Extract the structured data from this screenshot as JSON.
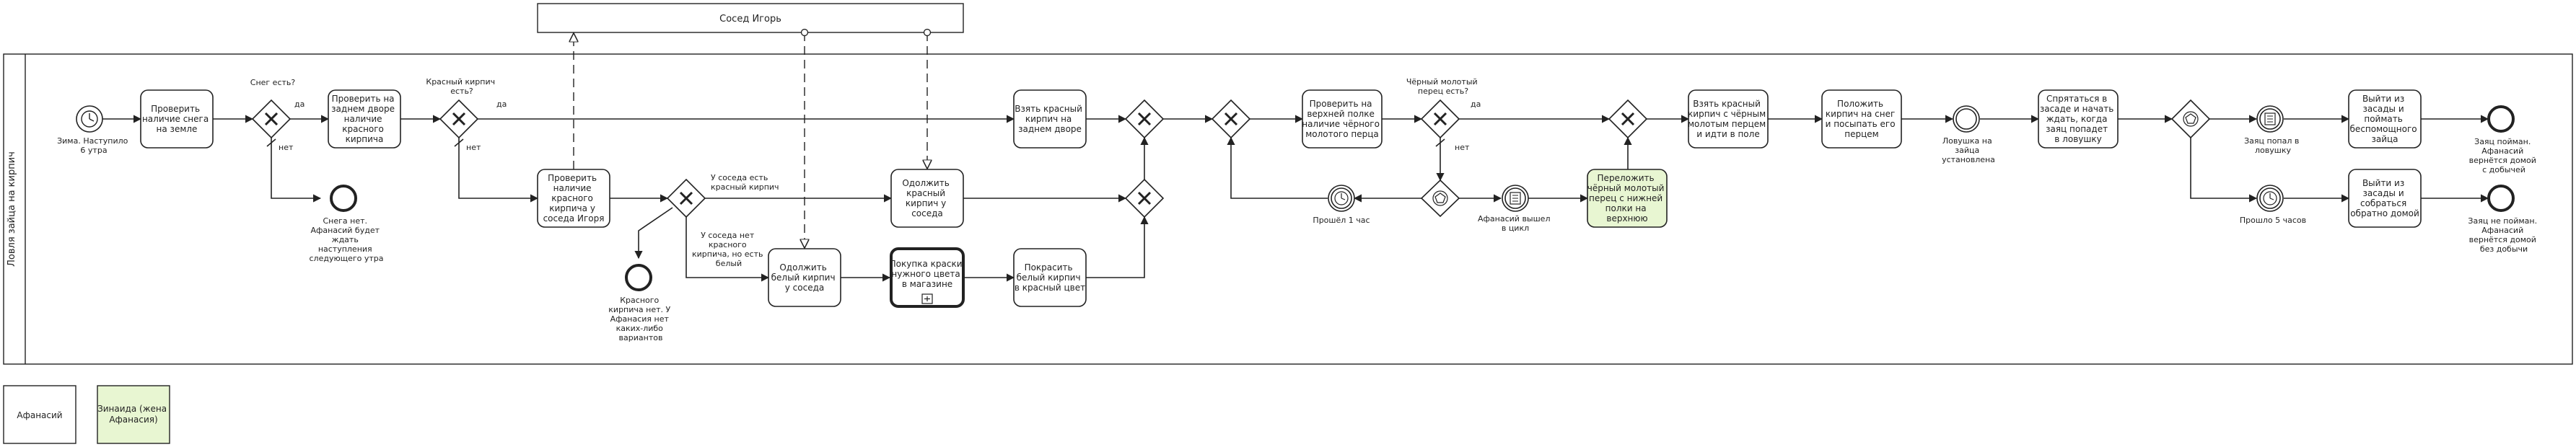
{
  "participants": {
    "pool": "Ловля зайца на кирпич",
    "external": "Сосед Игорь"
  },
  "legend": {
    "afanasy": "Афанасий",
    "zinaida": [
      "Зинаида (жена",
      "Афанасия)"
    ]
  },
  "colors": {
    "stroke": "#222222",
    "task_fill": "#ffffff",
    "highlight_fill": "#e8f6d2"
  },
  "events": {
    "start": [
      "Зима. Наступило",
      "6 утра"
    ],
    "no_snow_end": [
      "Снега нет.",
      "Афанасий будет",
      "ждать",
      "наступления",
      "следующего утра"
    ],
    "no_red_end": [
      "Красного",
      "кирпича нет. У",
      "Афанасия нет",
      "каких-либо",
      "вариантов"
    ],
    "one_hour": [
      "Прошёл 1 час"
    ],
    "afanasy_out": [
      "Афанасий вышел",
      "в цикл"
    ],
    "trap_set": [
      "Ловушка на",
      "зайца",
      "установлена"
    ],
    "hare_caught": [
      "Заяц попал в",
      "ловушку"
    ],
    "five_hours": [
      "Прошло 5 часов"
    ],
    "end_caught": [
      "Заяц пойман.",
      "Афанасий",
      "вернётся домой",
      "с добычей"
    ],
    "end_not_caught": [
      "Заяц не пойман.",
      "Афанасий",
      "вернётся домой",
      "без добычи"
    ]
  },
  "tasks": {
    "check_snow": [
      "Проверить",
      "наличие снега",
      "на земле"
    ],
    "check_yard": [
      "Проверить на",
      "заднем дворе",
      "наличие",
      "красного",
      "кирпича"
    ],
    "check_igor": [
      "Проверить",
      "наличие",
      "красного",
      "кирпича у",
      "соседа Игоря"
    ],
    "borrow_red": [
      "Одолжить",
      "красный",
      "кирпич у",
      "соседа"
    ],
    "borrow_white": [
      "Одолжить",
      "белый кирпич",
      "у соседа"
    ],
    "buy_paint": [
      "Покупка краски",
      "нужного цвета",
      "в магазине"
    ],
    "paint_white": [
      "Покрасить",
      "белый кирпич",
      "в красный цвет"
    ],
    "take_red": [
      "Взять красный",
      "кирпич на",
      "заднем дворе"
    ],
    "check_shelf": [
      "Проверить на",
      "верхней полке",
      "наличие чёрного",
      "молотого перца"
    ],
    "move_pepper": [
      "Переложить",
      "чёрный молотый",
      "перец с нижней",
      "полки на",
      "верхнюю"
    ],
    "take_both": [
      "Взять красный",
      "кирпич с чёрным",
      "молотым перцем",
      "и идти в поле"
    ],
    "place_brick": [
      "Положить",
      "кирпич на снег",
      "и посыпать его",
      "перцем"
    ],
    "hide": [
      "Спрятаться в",
      "засаде и начать",
      "ждать, когда",
      "заяц попадет",
      "в ловушку"
    ],
    "exit_caught": [
      "Выйти из",
      "засады и",
      "поймать",
      "беспомощного",
      "зайца"
    ],
    "exit_gather": [
      "Выйти из",
      "засады и",
      "собраться",
      "обратно домой"
    ]
  },
  "gateways": {
    "snow_q": [
      "Снег есть?"
    ],
    "red_q": [
      "Красный кирпич",
      "есть?"
    ],
    "igor_red": [
      "У соседа есть",
      "красный кирпич"
    ],
    "igor_white": [
      "У соседа нет",
      "красного",
      "кирпича, но есть",
      "белый"
    ],
    "pepper_q": [
      "Чёрный молотый",
      "перец есть?"
    ]
  },
  "labels": {
    "yes": "да",
    "no": "нет"
  }
}
